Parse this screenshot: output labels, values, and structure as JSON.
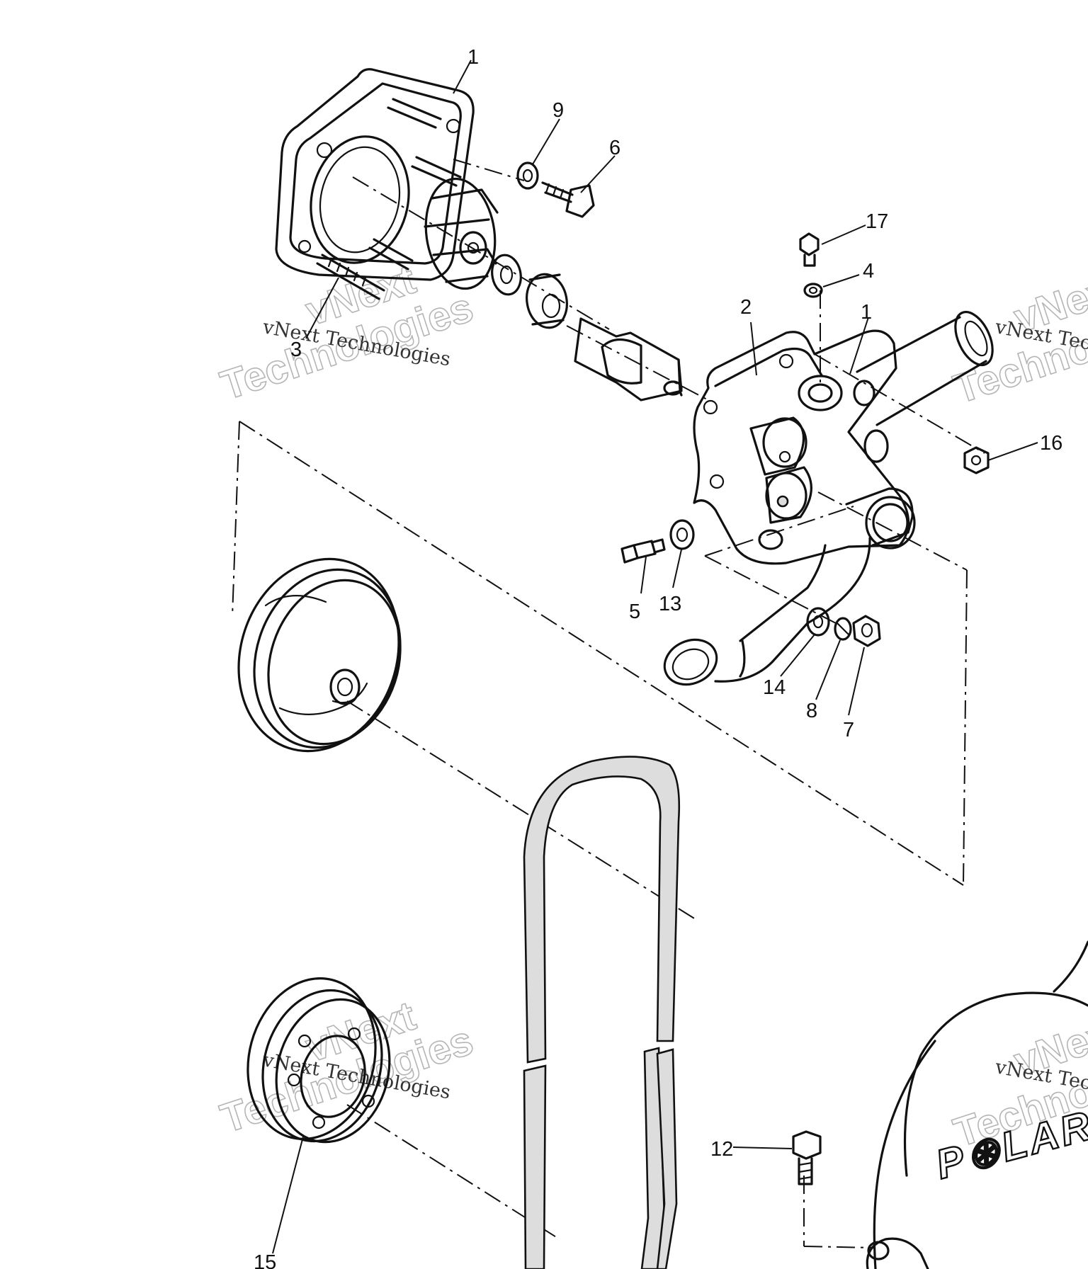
{
  "callouts": {
    "c1_top": "1",
    "c9": "9",
    "c6": "6",
    "c17": "17",
    "c4": "4",
    "c2": "2",
    "c1_right": "1",
    "c3": "3",
    "c16": "16",
    "c5": "5",
    "c13": "13",
    "c14": "14",
    "c8": "8",
    "c7": "7",
    "c12": "12",
    "c15": "15"
  },
  "watermark": {
    "line1": "vNext",
    "line2": "Technologies",
    "small": "vNext Technologies"
  },
  "brand": {
    "logo_text": "P⊛LAR"
  },
  "icons": {
    "pump-housing": "water-pump-housing",
    "impeller": "impeller",
    "pulley": "v-belt-pulley",
    "belt": "drive-belt",
    "cover": "recoil-cover"
  }
}
